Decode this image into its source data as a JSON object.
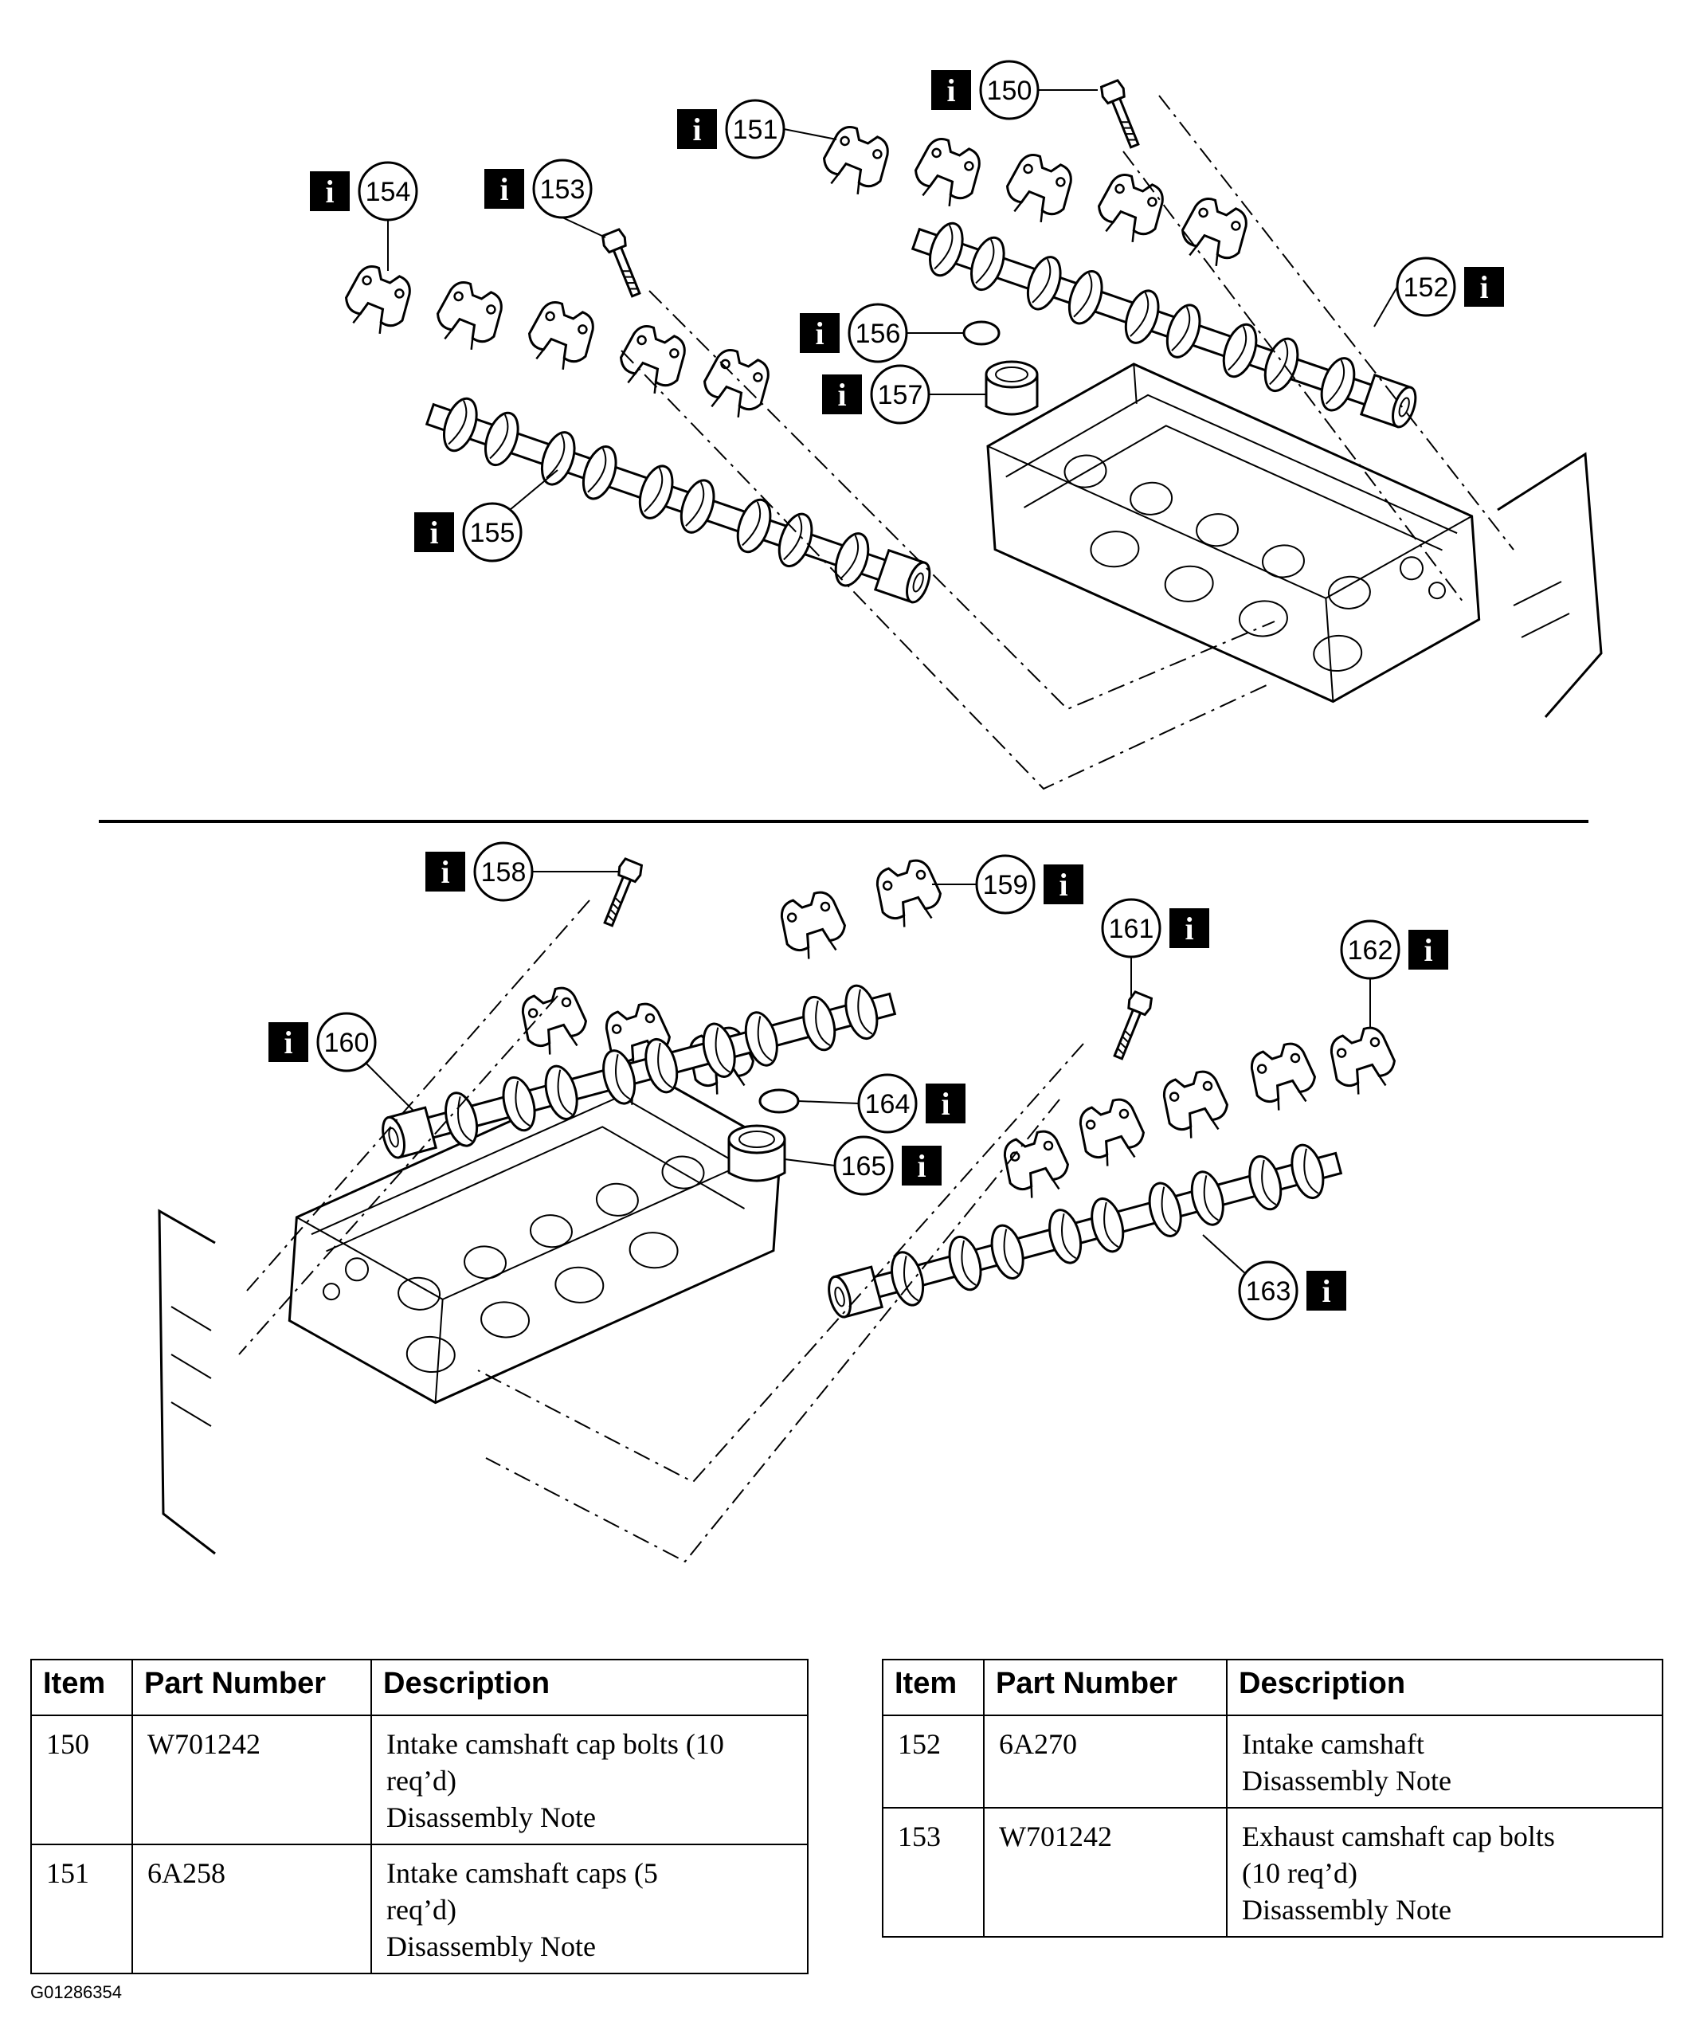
{
  "callouts": [
    {
      "num": "150",
      "info": "left"
    },
    {
      "num": "151",
      "info": "left"
    },
    {
      "num": "152",
      "info": "right"
    },
    {
      "num": "153",
      "info": "left"
    },
    {
      "num": "154",
      "info": "left"
    },
    {
      "num": "155",
      "info": "left"
    },
    {
      "num": "156",
      "info": "left"
    },
    {
      "num": "157",
      "info": "left"
    },
    {
      "num": "158",
      "info": "left"
    },
    {
      "num": "159",
      "info": "right"
    },
    {
      "num": "160",
      "info": "left"
    },
    {
      "num": "161",
      "info": "right"
    },
    {
      "num": "162",
      "info": "right"
    },
    {
      "num": "163",
      "info": "right"
    },
    {
      "num": "164",
      "info": "right"
    },
    {
      "num": "165",
      "info": "right"
    }
  ],
  "info_icon": "info-icon",
  "tables": [
    {
      "headers": [
        "Item",
        "Part Number",
        "Description"
      ],
      "rows": [
        {
          "item": "150",
          "part_number": "W701242",
          "description": [
            "Intake camshaft cap bolts (10",
            "req’d)",
            "Disassembly Note"
          ]
        },
        {
          "item": "151",
          "part_number": "6A258",
          "description": [
            "Intake camshaft caps (5",
            "req’d)",
            "Disassembly Note"
          ]
        }
      ]
    },
    {
      "headers": [
        "Item",
        "Part Number",
        "Description"
      ],
      "rows": [
        {
          "item": "152",
          "part_number": "6A270",
          "description": [
            "Intake camshaft",
            "Disassembly Note"
          ]
        },
        {
          "item": "153",
          "part_number": "W701242",
          "description": [
            "Exhaust camshaft cap bolts",
            "(10 req’d)",
            "Disassembly Note"
          ]
        }
      ]
    }
  ],
  "figure_id": "G01286354"
}
